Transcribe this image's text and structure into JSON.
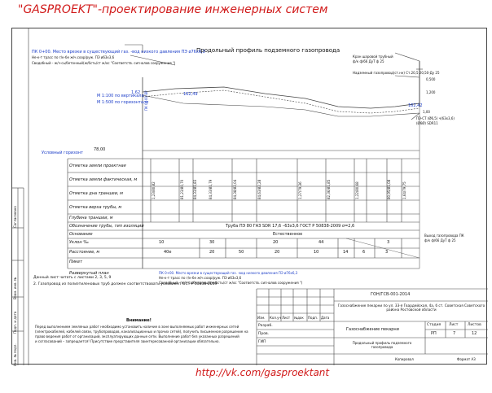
{
  "header": {
    "brand": "\"GASPROEKT\"",
    "tagline": "-проектирование инженерных систем"
  },
  "footer": {
    "link": "http://vk.com/gasproektant"
  },
  "drawing": {
    "title": "Продольный профиль подземного газопровода",
    "scales": {
      "vertical": "М 1:100 по вертикали",
      "horizontal": "М 1:500 по горизонтали"
    },
    "top_annotations": [
      "ПК 0+00. Место врезки в существующий газ. -вод низкого давления ПЭ ø76х6,3",
      "Не-к-т трасс по г/к-бе ж/ч.соор/руж. ПЭ ø63х3,6",
      "Сводобный - ж/ч-сь/бетонный(ж/бсть/ст ж/ос \"Соответств. сигналов сооружения \")"
    ],
    "right_annotations": [
      "Кран шаровой трубный",
      "ф/к ф/66 ДуТ ф 25",
      "Надземный газопровод(ст.нн) Ст.20,5 20,50-Ду 25",
      "ПЭ-СТ (Ø6,5) ч(63х3,6)",
      "(Ø6Ø) SDR11"
    ],
    "right_marks": [
      "0,500",
      "1,200",
      "1,00"
    ],
    "left_marks": [
      "1,62",
      "78,00"
    ],
    "level_marks": [
      "162,49",
      "162,42"
    ],
    "origin_mark": "ПК 0+00 ВР",
    "datum_label": "Условный горизонт",
    "datum_value": "78,00",
    "table_rows": [
      "Отметка земли проектная",
      "Отметка земли фактическая, м",
      "Отметка дна траншеи, м",
      "Отметка верха трубы, м",
      "Глубина траншеи, м",
      "Обозначение трубы, тип изоляции",
      "Основание",
      "Уклон ‰",
      "Расстояние, м",
      "Пикет",
      "Развернутый план"
    ],
    "pipe_spec": "Труба ПЭ 80 ГАЗ SDR 17,6 –63х3,6 ГОСТ Р 50838-2009 σ=2,6",
    "base_value": "Естественное",
    "slopes": [
      "10",
      "30",
      "20",
      "44",
      "3"
    ],
    "distances": [
      "40е",
      "20",
      "50",
      "20",
      "10",
      "14",
      "6",
      "3"
    ],
    "column_values": [
      "1,23/80,82",
      "81,23/80,70",
      "84,33/81,83",
      "84,33/81,79",
      "84,38/82,04",
      "84,63/82,28",
      "1,27/79,36",
      "82,36/81,85",
      "1,22/80,68",
      "80,95/81,08",
      "1,64/79,75"
    ],
    "bottom_annotations": [
      "ПК 0+00. Место врезки в существующий газ. -вод низкого давления ПЭ ø76х6,3",
      "Не-к-т трасс по г/к-бе ж/ч.соор/руж. ПЭ ø63х3,6",
      "Сводобный - ж/ч-сь/бетонный(ж/бсть/ст ж/ос \"Соответств. сигналов сооружения \")"
    ],
    "bottom_right_annotations": [
      "Выход газопровода ПК",
      "ф/к ф/66 ДуТ ф 25"
    ],
    "notes": [
      "Данный лист читать с листами 2, 3, 5, 9",
      "2. Газопровод из полиэтиленовых труб должен соответствовать условиям ГОСТ Р 50838-2009"
    ],
    "warning_title": "Внимание!",
    "warning_text": [
      "Перед выполнением земляных работ необходимо установить наличие в зоне выполняемых работ инженерных сетей",
      "(электрокабелей, кабелей связи, трубопроводов, канализационных и прочих сетей), получить письменное разрешение на",
      "право ведения работ от организаций, эксплуатирующих данные сети. Выполнение работ без указанных разрешений",
      "и согласований – запрещается! Присутствие представителя заинтересованной организации обязательно."
    ],
    "side_labels": [
      "Согласовано",
      "Инв. № подл.",
      "Подп. и дата",
      "Взам. инв. №"
    ]
  },
  "title_block": {
    "code": "ГОН/ГСВ-001-2014",
    "object": "Газоснабжение пекарни по ул. 33-я Гвардейская, 4а, б ст. Советская Советского района Ростовской области",
    "columns": [
      "Изм.",
      "Кол.уч",
      "Лист",
      "№док",
      "Подп.",
      "Дата"
    ],
    "roles": [
      "Разраб.",
      "Пров.",
      "ГИП"
    ],
    "section": "Газоснабжение пекарни",
    "sheet_name": "Продольный профиль подземного газопровода",
    "stage_label": "Стадия",
    "sheet_label": "Лист",
    "sheets_label": "Листов",
    "stage": "РП",
    "sheet": "7",
    "sheets": "12",
    "copied": "Копировал",
    "format": "Формат А3"
  }
}
